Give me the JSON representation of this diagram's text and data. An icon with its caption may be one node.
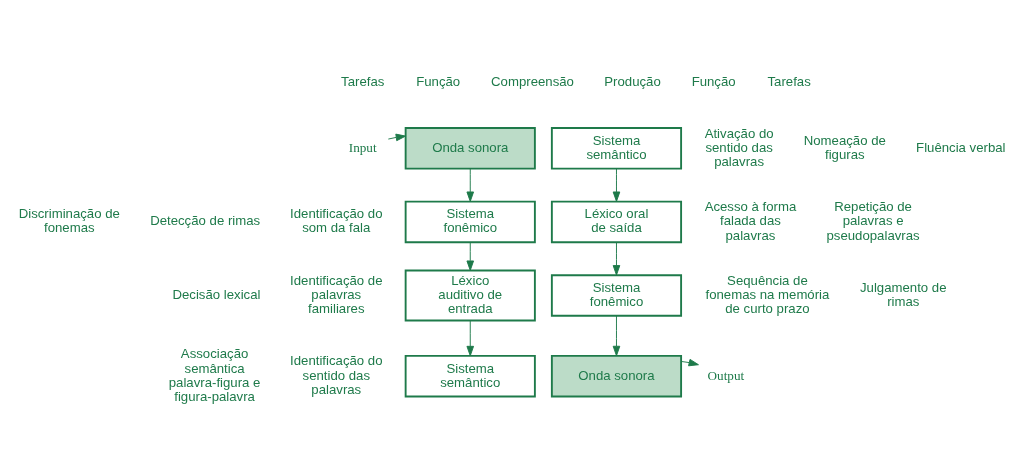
{
  "diagram": {
    "nodes": [
      {
        "text": [
          "Input"
        ]
      },
      {
        "text": [
          "Onda sonora"
        ]
      },
      {
        "text": [
          "Sistema fonêmico"
        ]
      },
      {
        "text": [
          "Léxico auditivo de entrada"
        ]
      },
      {
        "text": [
          "Sistema semântico"
        ]
      },
      {
        "text": [
          "Sistema semântico"
        ]
      },
      {
        "text": [
          "Léxico oral de saída"
        ]
      },
      {
        "text": [
          "Sistema fonêmico"
        ]
      },
      {
        "text": [
          "Onda sonora"
        ]
      },
      {
        "text": [
          "Output"
        ]
      }
    ],
    "edges": [
      {
        "from": 0,
        "to": 1,
        "arrow": "to"
      },
      {
        "from": 1,
        "to": 2,
        "arrow": "to"
      },
      {
        "from": 2,
        "to": 3,
        "arrow": "to"
      },
      {
        "from": 3,
        "to": 4,
        "arrow": "to"
      },
      {
        "from": 5,
        "to": 6,
        "arrow": "to"
      },
      {
        "from": 6,
        "to": 7,
        "arrow": "to"
      },
      {
        "from": 7,
        "to": 8,
        "arrow": "to"
      },
      {
        "from": 8,
        "to": 9,
        "arrow": "to"
      }
    ],
    "labels": [
      "Tarefas",
      "Função",
      "Compreensão",
      "Produção",
      "Função",
      "Tarefas",
      "Ativação do sentido das palavras",
      "Nomeação de figuras",
      "Fluência verbal",
      "Discriminação de fonemas",
      "Detecção de rimas",
      "Identificação do som da fala",
      "Acesso à forma falada das palavras",
      "Repetição de palavras e pseudopalavras",
      "Decisão lexical",
      "Identificação de palavras familiares",
      "Sequência de fonemas na memória de curto prazo",
      "Julgamento de rimas",
      "Associação semântica palavra-figura e figura-palavra",
      "Identificação do sentido das palavras"
    ]
  }
}
